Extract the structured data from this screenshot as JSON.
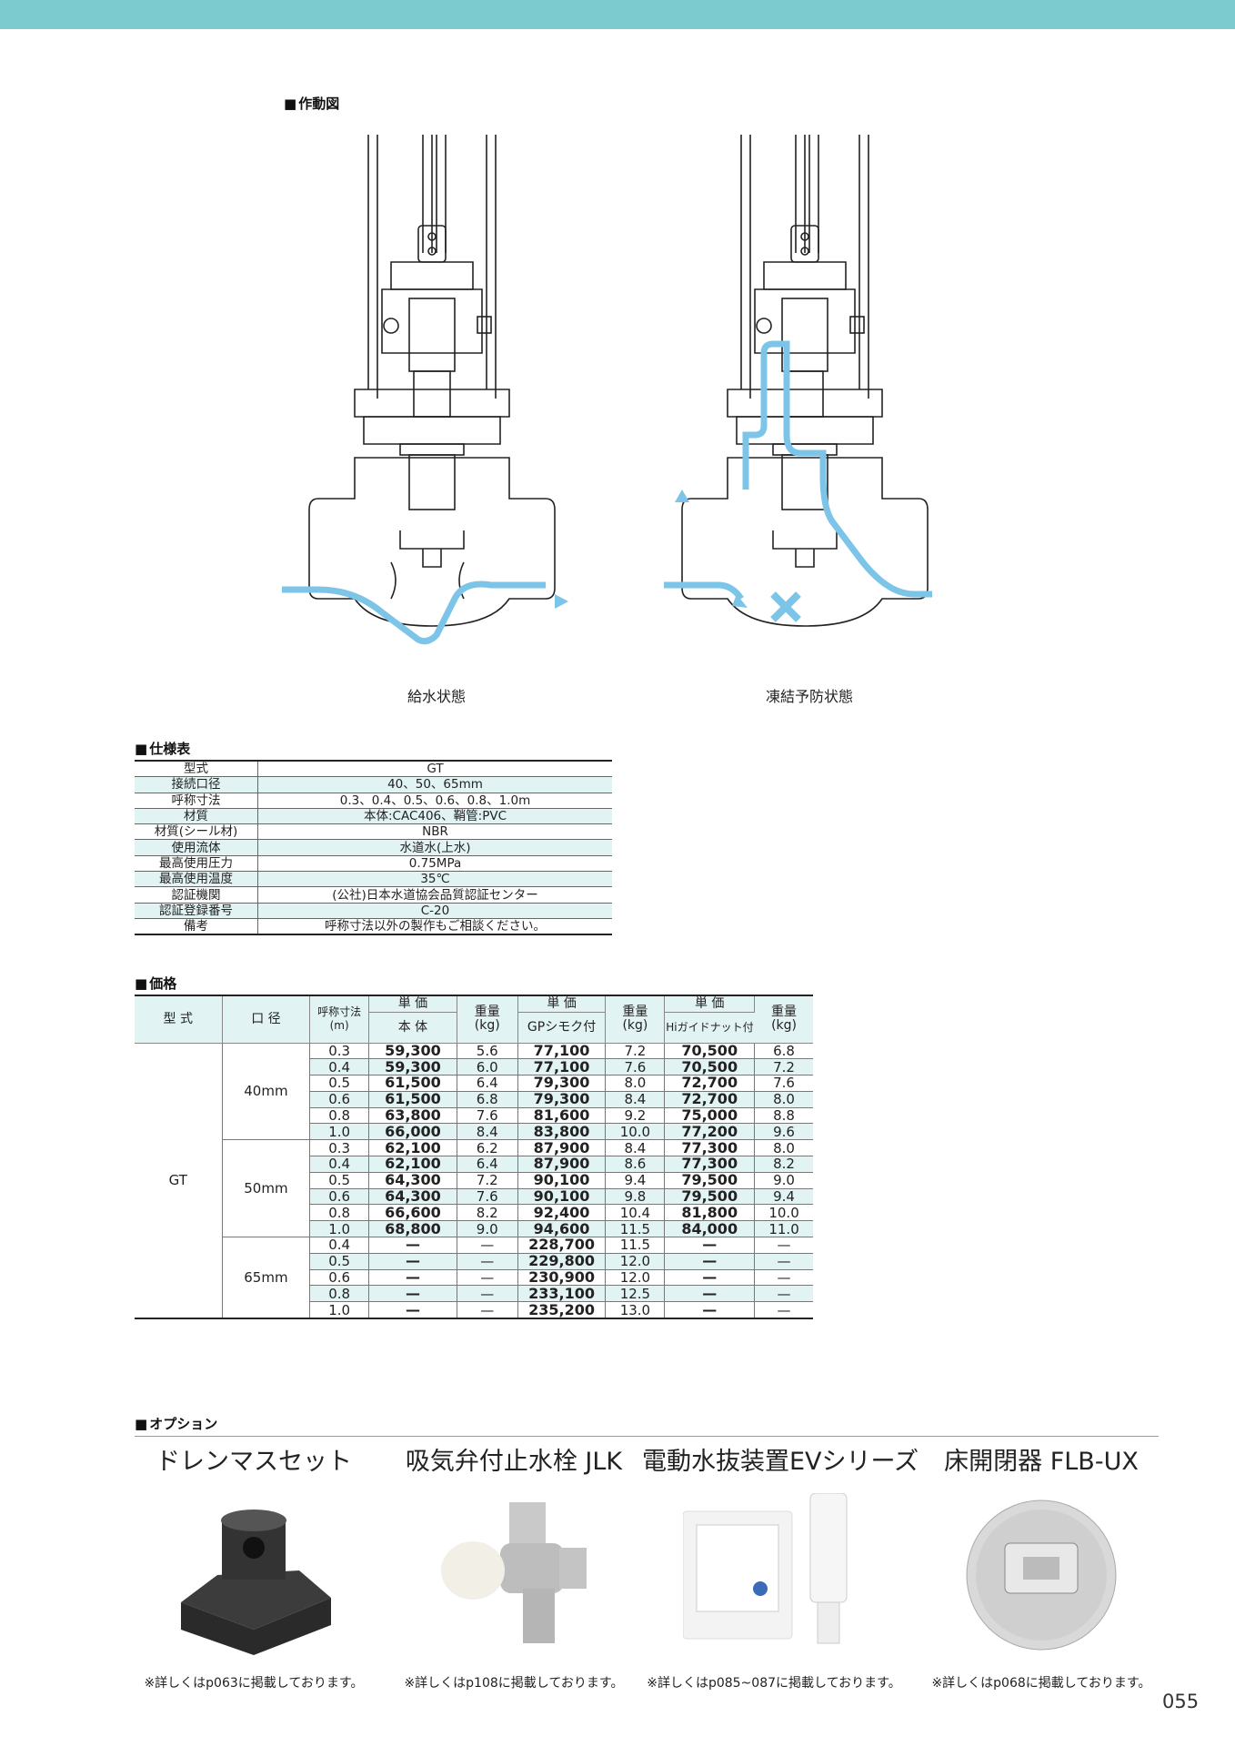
{
  "sections": {
    "operation": "作動図",
    "spec": "仕様表",
    "price": "価格",
    "options": "オプション"
  },
  "diagrams": [
    {
      "caption": "給水状態"
    },
    {
      "caption": "凍結予防状態"
    }
  ],
  "spec_table": [
    {
      "label": "型式",
      "value": "GT"
    },
    {
      "label": "接続口径",
      "value": "40、50、65mm"
    },
    {
      "label": "呼称寸法",
      "value": "0.3、0.4、0.5、0.6、0.8、1.0m"
    },
    {
      "label": "材質",
      "value": "本体:CAC406、鞘管:PVC"
    },
    {
      "label": "材質(シール材)",
      "value": "NBR"
    },
    {
      "label": "使用流体",
      "value": "水道水(上水)"
    },
    {
      "label": "最高使用圧力",
      "value": "0.75MPa"
    },
    {
      "label": "最高使用温度",
      "value": "35℃"
    },
    {
      "label": "認証機関",
      "value": "(公社)日本水道協会品質認証センター"
    },
    {
      "label": "認証登録番号",
      "value": "C-20"
    },
    {
      "label": "備考",
      "value": "呼称寸法以外の製作もご相談ください。"
    }
  ],
  "price_table": {
    "headers": {
      "model": "型 式",
      "bore": "口 径",
      "nominal": "呼称寸法",
      "nominal_unit": "(m)",
      "unit_price": "単 価",
      "body": "本 体",
      "weight": "重量",
      "weight_unit": "(kg)",
      "gp": "GPシモク付",
      "hi": "Hiガイドナット付"
    },
    "model": "GT",
    "groups": [
      {
        "bore": "40mm",
        "rows": [
          [
            "0.3",
            "59,300",
            "5.6",
            "77,100",
            "7.2",
            "70,500",
            "6.8"
          ],
          [
            "0.4",
            "59,300",
            "6.0",
            "77,100",
            "7.6",
            "70,500",
            "7.2"
          ],
          [
            "0.5",
            "61,500",
            "6.4",
            "79,300",
            "8.0",
            "72,700",
            "7.6"
          ],
          [
            "0.6",
            "61,500",
            "6.8",
            "79,300",
            "8.4",
            "72,700",
            "8.0"
          ],
          [
            "0.8",
            "63,800",
            "7.6",
            "81,600",
            "9.2",
            "75,000",
            "8.8"
          ],
          [
            "1.0",
            "66,000",
            "8.4",
            "83,800",
            "10.0",
            "77,200",
            "9.6"
          ]
        ]
      },
      {
        "bore": "50mm",
        "rows": [
          [
            "0.3",
            "62,100",
            "6.2",
            "87,900",
            "8.4",
            "77,300",
            "8.0"
          ],
          [
            "0.4",
            "62,100",
            "6.4",
            "87,900",
            "8.6",
            "77,300",
            "8.2"
          ],
          [
            "0.5",
            "64,300",
            "7.2",
            "90,100",
            "9.4",
            "79,500",
            "9.0"
          ],
          [
            "0.6",
            "64,300",
            "7.6",
            "90,100",
            "9.8",
            "79,500",
            "9.4"
          ],
          [
            "0.8",
            "66,600",
            "8.2",
            "92,400",
            "10.4",
            "81,800",
            "10.0"
          ],
          [
            "1.0",
            "68,800",
            "9.0",
            "94,600",
            "11.5",
            "84,000",
            "11.0"
          ]
        ]
      },
      {
        "bore": "65mm",
        "rows": [
          [
            "0.4",
            "—",
            "—",
            "228,700",
            "11.5",
            "—",
            "—"
          ],
          [
            "0.5",
            "—",
            "—",
            "229,800",
            "12.0",
            "—",
            "—"
          ],
          [
            "0.6",
            "—",
            "—",
            "230,900",
            "12.0",
            "—",
            "—"
          ],
          [
            "0.8",
            "—",
            "—",
            "233,100",
            "12.5",
            "—",
            "—"
          ],
          [
            "1.0",
            "—",
            "—",
            "235,200",
            "13.0",
            "—",
            "—"
          ]
        ]
      }
    ]
  },
  "options": [
    {
      "name": "ドレンマスセット",
      "note": "※詳しくはp063に掲載しております。",
      "icon": "drain-box-image"
    },
    {
      "name": "吸気弁付止水栓 JLK",
      "note": "※詳しくはp108に掲載しております。",
      "icon": "valve-image"
    },
    {
      "name": "電動水抜装置EVシリーズ",
      "note": "※詳しくはp085~087に掲載しております。",
      "icon": "controller-image"
    },
    {
      "name": "床開閉器 FLB-UX",
      "note": "※詳しくはp068に掲載しております。",
      "icon": "floor-opener-image"
    }
  ],
  "colors": {
    "accent": "#7ccbcf",
    "row_tint": "#e2f3f4",
    "flow": "#7cc4e8"
  },
  "page_number": "055"
}
